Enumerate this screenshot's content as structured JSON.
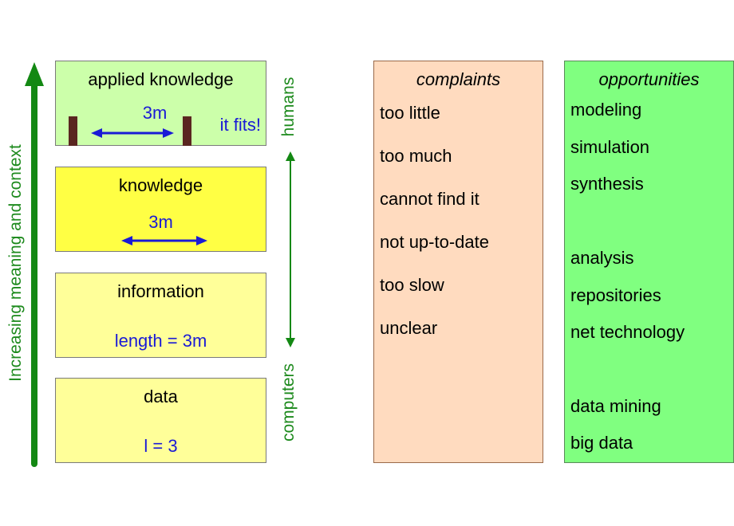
{
  "axis": {
    "label": "Increasing meaning and context",
    "color": "#1d8a1d"
  },
  "levels": {
    "applied": {
      "title": "applied knowledge",
      "measure": "3m",
      "fits": "it fits!"
    },
    "knowledge": {
      "title": "knowledge",
      "measure": "3m"
    },
    "information": {
      "title": "information",
      "value": "length = 3m"
    },
    "data": {
      "title": "data",
      "value": "l = 3"
    }
  },
  "side": {
    "top_label": "humans",
    "bottom_label": "computers"
  },
  "complaints": {
    "heading": "complaints",
    "items": [
      "too little",
      "too much",
      "cannot find it",
      "not up-to-date",
      "too slow",
      "unclear"
    ]
  },
  "opportunities": {
    "heading": "opportunities",
    "items": [
      "modeling",
      "simulation",
      "synthesis",
      "analysis",
      "repositories",
      "net technology",
      "data mining",
      "big data"
    ]
  },
  "colors": {
    "applied_fill": "#ccffaa",
    "knowledge_fill": "#ffff44",
    "information_fill": "#ffff99",
    "data_fill": "#ffff99",
    "complaints_fill": "#ffdbbf",
    "opportunities_fill": "#80ff80",
    "value_text": "#1a1ad6",
    "post": "#5a2620"
  }
}
